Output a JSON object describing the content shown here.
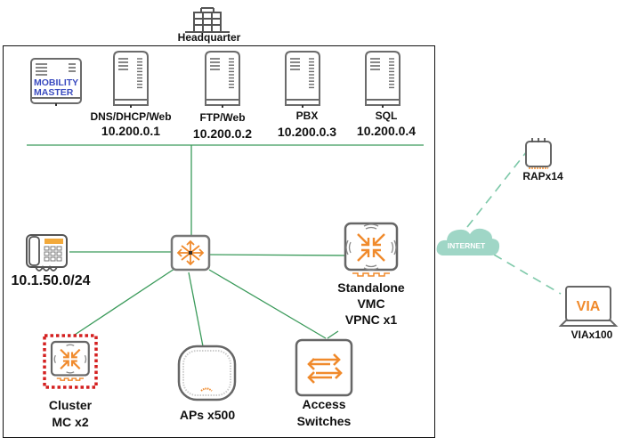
{
  "headquarter": {
    "label": "Headquarter"
  },
  "servers": [
    {
      "id": "mobility-master",
      "text_line1": "MOBILITY",
      "text_line2": "MASTER",
      "label": "",
      "ip": ""
    },
    {
      "id": "dns",
      "label": "DNS/DHCP/Web",
      "ip": "10.200.0.1"
    },
    {
      "id": "ftp",
      "label": "FTP/Web",
      "ip": "10.200.0.2"
    },
    {
      "id": "pbx",
      "label": "PBX",
      "ip": "10.200.0.3"
    },
    {
      "id": "sql",
      "label": "SQL",
      "ip": "10.200.0.4"
    }
  ],
  "phone": {
    "label": "10.1.50.0/24"
  },
  "core_switch": {
    "label": ""
  },
  "standalone": {
    "line1": "Standalone",
    "line2": "VMC",
    "line3": "VPNC x1"
  },
  "cluster": {
    "line1": "Cluster",
    "line2": "MC x2"
  },
  "aps": {
    "label": "APs x500"
  },
  "access_switches": {
    "line1": "Access",
    "line2": "Switches"
  },
  "internet": {
    "label": "INTERNET"
  },
  "rap": {
    "label": "RAPx14"
  },
  "via": {
    "screen_text": "VIA",
    "label": "VIAx100"
  },
  "colors": {
    "link": "#3a9a5a",
    "dashed_link": "#7cc8a8",
    "cloud": "#9fd6c6",
    "aruba_orange": "#f08a2c",
    "device_outline": "#6b6b6b",
    "mm_text": "#3b4cc0",
    "cluster_border": "#d42020"
  }
}
